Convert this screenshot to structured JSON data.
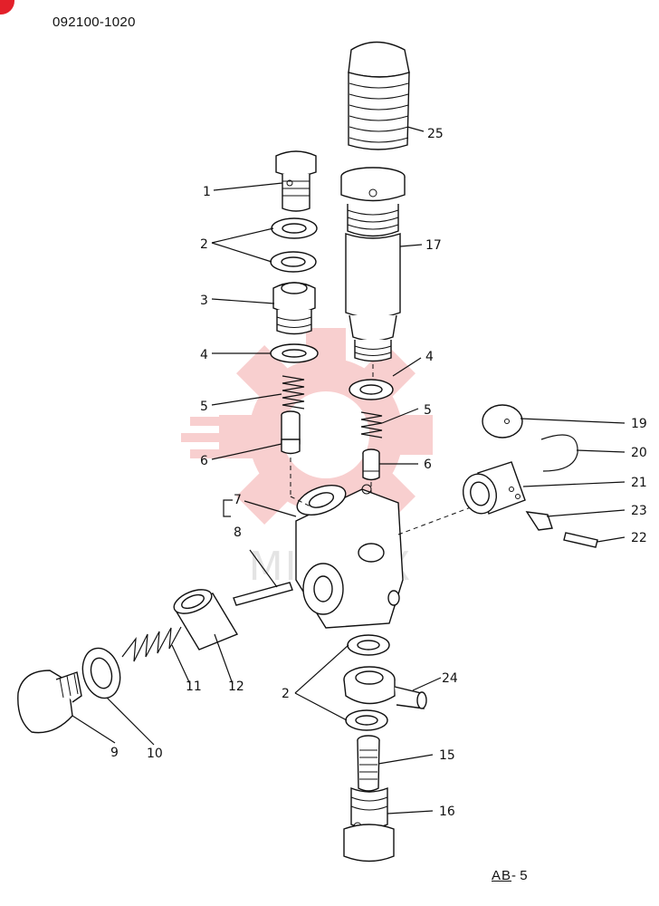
{
  "document": {
    "part_number": "092100-1020",
    "page_ref_series": "AB",
    "page_ref_separator": "-",
    "page_ref_number": "5"
  },
  "watermark": {
    "text": "MINTEX",
    "color": "#f4a9a9"
  },
  "accent_color": "#e3202a",
  "callouts": [
    {
      "id": "c1",
      "label": "1"
    },
    {
      "id": "c2a",
      "label": "2"
    },
    {
      "id": "c3",
      "label": "3"
    },
    {
      "id": "c4a",
      "label": "4"
    },
    {
      "id": "c4b",
      "label": "4"
    },
    {
      "id": "c5a",
      "label": "5"
    },
    {
      "id": "c5b",
      "label": "5"
    },
    {
      "id": "c6a",
      "label": "6"
    },
    {
      "id": "c6b",
      "label": "6"
    },
    {
      "id": "c7",
      "label": "7"
    },
    {
      "id": "c8",
      "label": "8"
    },
    {
      "id": "c9",
      "label": "9"
    },
    {
      "id": "c10",
      "label": "10"
    },
    {
      "id": "c11",
      "label": "11"
    },
    {
      "id": "c12",
      "label": "12"
    },
    {
      "id": "c2b",
      "label": "2"
    },
    {
      "id": "c24",
      "label": "24"
    },
    {
      "id": "c15",
      "label": "15"
    },
    {
      "id": "c16",
      "label": "16"
    },
    {
      "id": "c17",
      "label": "17"
    },
    {
      "id": "c25",
      "label": "25"
    },
    {
      "id": "c19",
      "label": "19"
    },
    {
      "id": "c20",
      "label": "20"
    },
    {
      "id": "c21",
      "label": "21"
    },
    {
      "id": "c23",
      "label": "23"
    },
    {
      "id": "c22",
      "label": "22"
    }
  ]
}
